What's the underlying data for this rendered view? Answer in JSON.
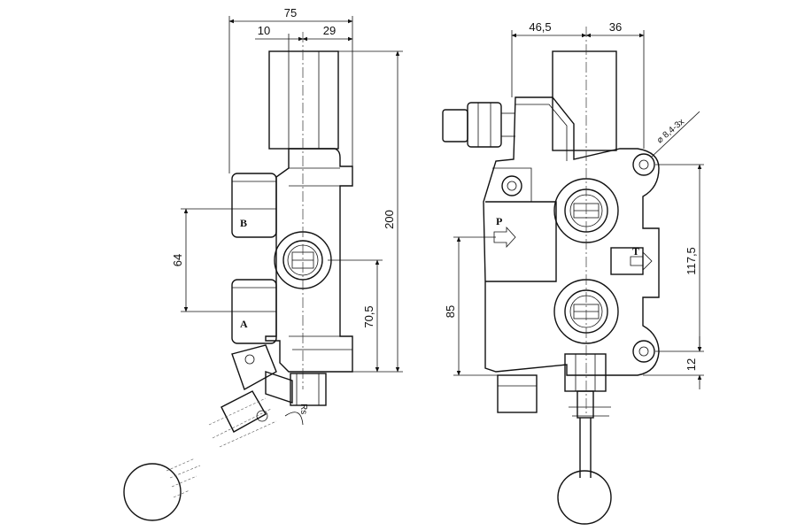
{
  "left_view": {
    "dimensions": {
      "width_total": "75",
      "offset_left": "10",
      "offset_right": "29",
      "height_total": "200",
      "port_spacing": "64",
      "center_height": "70,5"
    },
    "ports": {
      "b": "B",
      "a": "A"
    }
  },
  "right_view": {
    "dimensions": {
      "width_left": "46,5",
      "width_right": "36",
      "hole_spacing": "117,5",
      "bottom_offset": "12",
      "inlet_height": "85",
      "hole_callout": "⌀ 8,4-3x"
    },
    "ports": {
      "p": "P",
      "t": "T"
    }
  },
  "annotations": {
    "lever_mark": "Rs"
  }
}
